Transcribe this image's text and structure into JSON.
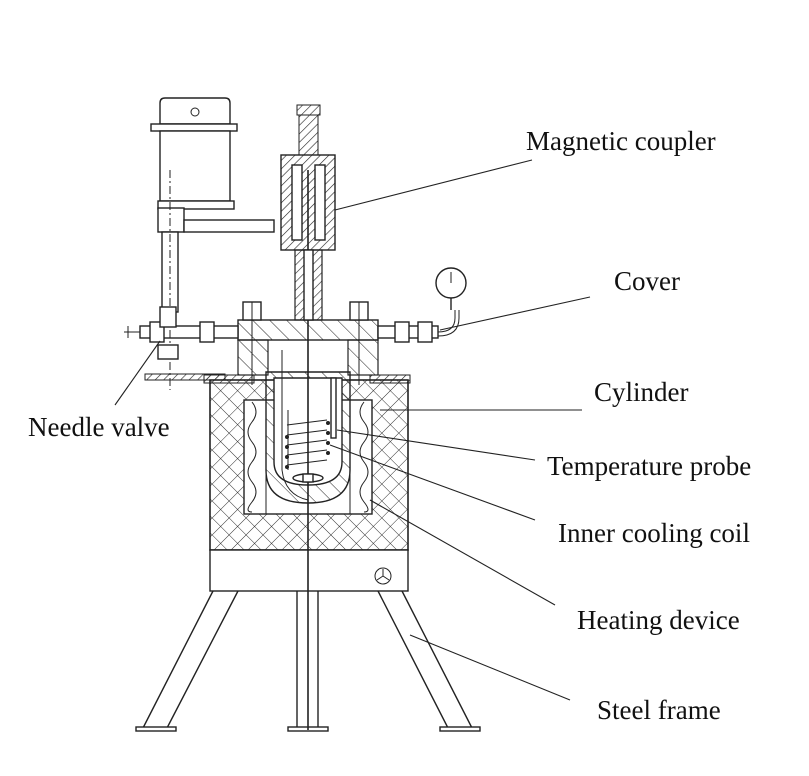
{
  "diagram": {
    "subject": "High-pressure stirred reactor (cross-section)",
    "labels": [
      {
        "id": "magnetic-coupler",
        "text": "Magnetic coupler"
      },
      {
        "id": "cover",
        "text": "Cover"
      },
      {
        "id": "cylinder",
        "text": "Cylinder"
      },
      {
        "id": "needle-valve",
        "text": "Needle valve"
      },
      {
        "id": "temperature-probe",
        "text": "Temperature probe"
      },
      {
        "id": "inner-cooling-coil",
        "text": "Inner cooling coil"
      },
      {
        "id": "heating-device",
        "text": "Heating device"
      },
      {
        "id": "steel-frame",
        "text": "Steel frame"
      }
    ],
    "colors": {
      "line": "#222222",
      "background": "#ffffff"
    }
  }
}
